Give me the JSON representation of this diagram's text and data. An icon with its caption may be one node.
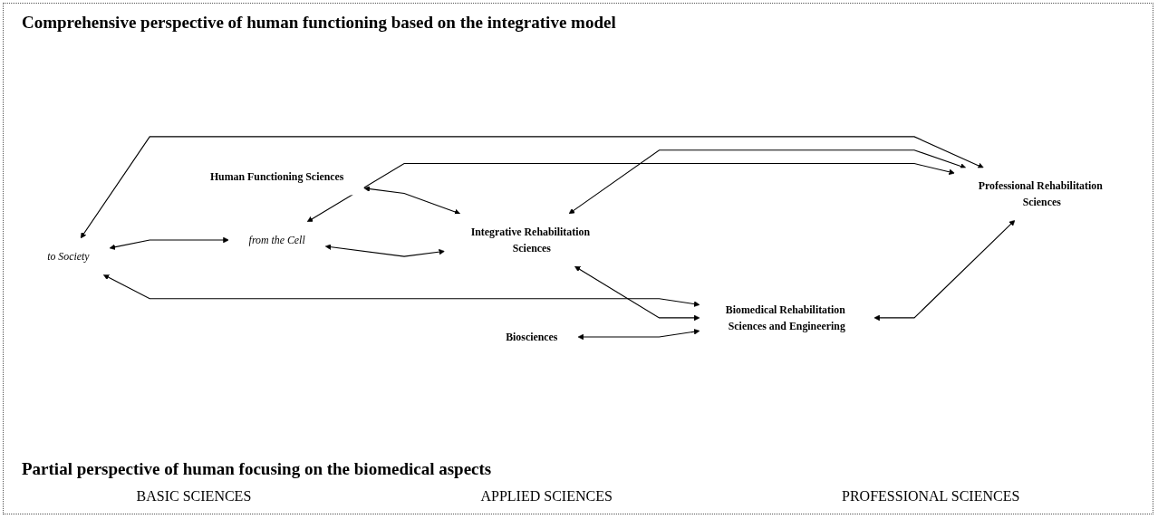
{
  "diagram": {
    "title": "Comprehensive perspective of human functioning based on the integrative model",
    "nodes": [
      {
        "text": [
          "Human Functioning Sciences"
        ]
      },
      {
        "text": [
          "to Society"
        ]
      },
      {
        "text": [
          "from the Cell"
        ]
      },
      {
        "text": [
          "Biosciences"
        ]
      },
      {
        "text": [
          "Integrative Rehabilitation Sciences"
        ]
      },
      {
        "text": [
          "Biomedical Rehabilitation Sciences and Engineering"
        ]
      },
      {
        "text": [
          "Professional Rehabilitation Sciences"
        ]
      }
    ],
    "edges": [
      {
        "from": 0,
        "to": 4,
        "arrow": "both"
      },
      {
        "from": 1,
        "to": 6,
        "arrow": "both"
      },
      {
        "from": 1,
        "to": 2,
        "arrow": "both"
      },
      {
        "from": 1,
        "to": 5,
        "arrow": "both"
      },
      {
        "from": 2,
        "to": 4,
        "arrow": "both"
      },
      {
        "from": 4,
        "to": 5,
        "arrow": "both"
      },
      {
        "from": 4,
        "to": 6,
        "arrow": "both"
      },
      {
        "from": 2,
        "to": 6,
        "arrow": "both"
      },
      {
        "from": 3,
        "to": 5,
        "arrow": "both"
      },
      {
        "from": 5,
        "to": 6,
        "arrow": "both"
      }
    ],
    "labels": [
      "Partial perspective of human focusing on the biomedical aspects",
      "BASIC SCIENCES",
      "APPLIED SCIENCES",
      "PROFESSIONAL SCIENCES"
    ]
  }
}
